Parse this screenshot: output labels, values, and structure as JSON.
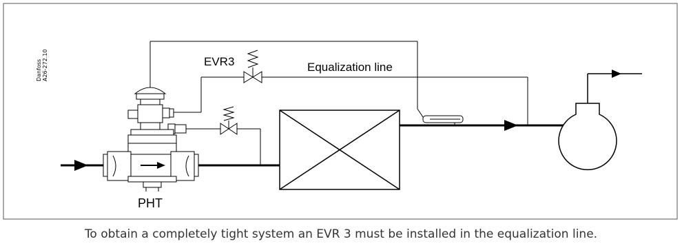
{
  "labels": {
    "evr3": "EVR3",
    "equalization_line": "Equalization line",
    "pht": "PHT",
    "drawing_ref_brand": "Danfoss",
    "drawing_ref_code": "A26-272.10"
  },
  "caption": "To obtain a completely tight system an EVR 3 must be installed in the equalization line.",
  "colors": {
    "line": "#000000",
    "frame": "#555555",
    "caption": "#333333"
  }
}
